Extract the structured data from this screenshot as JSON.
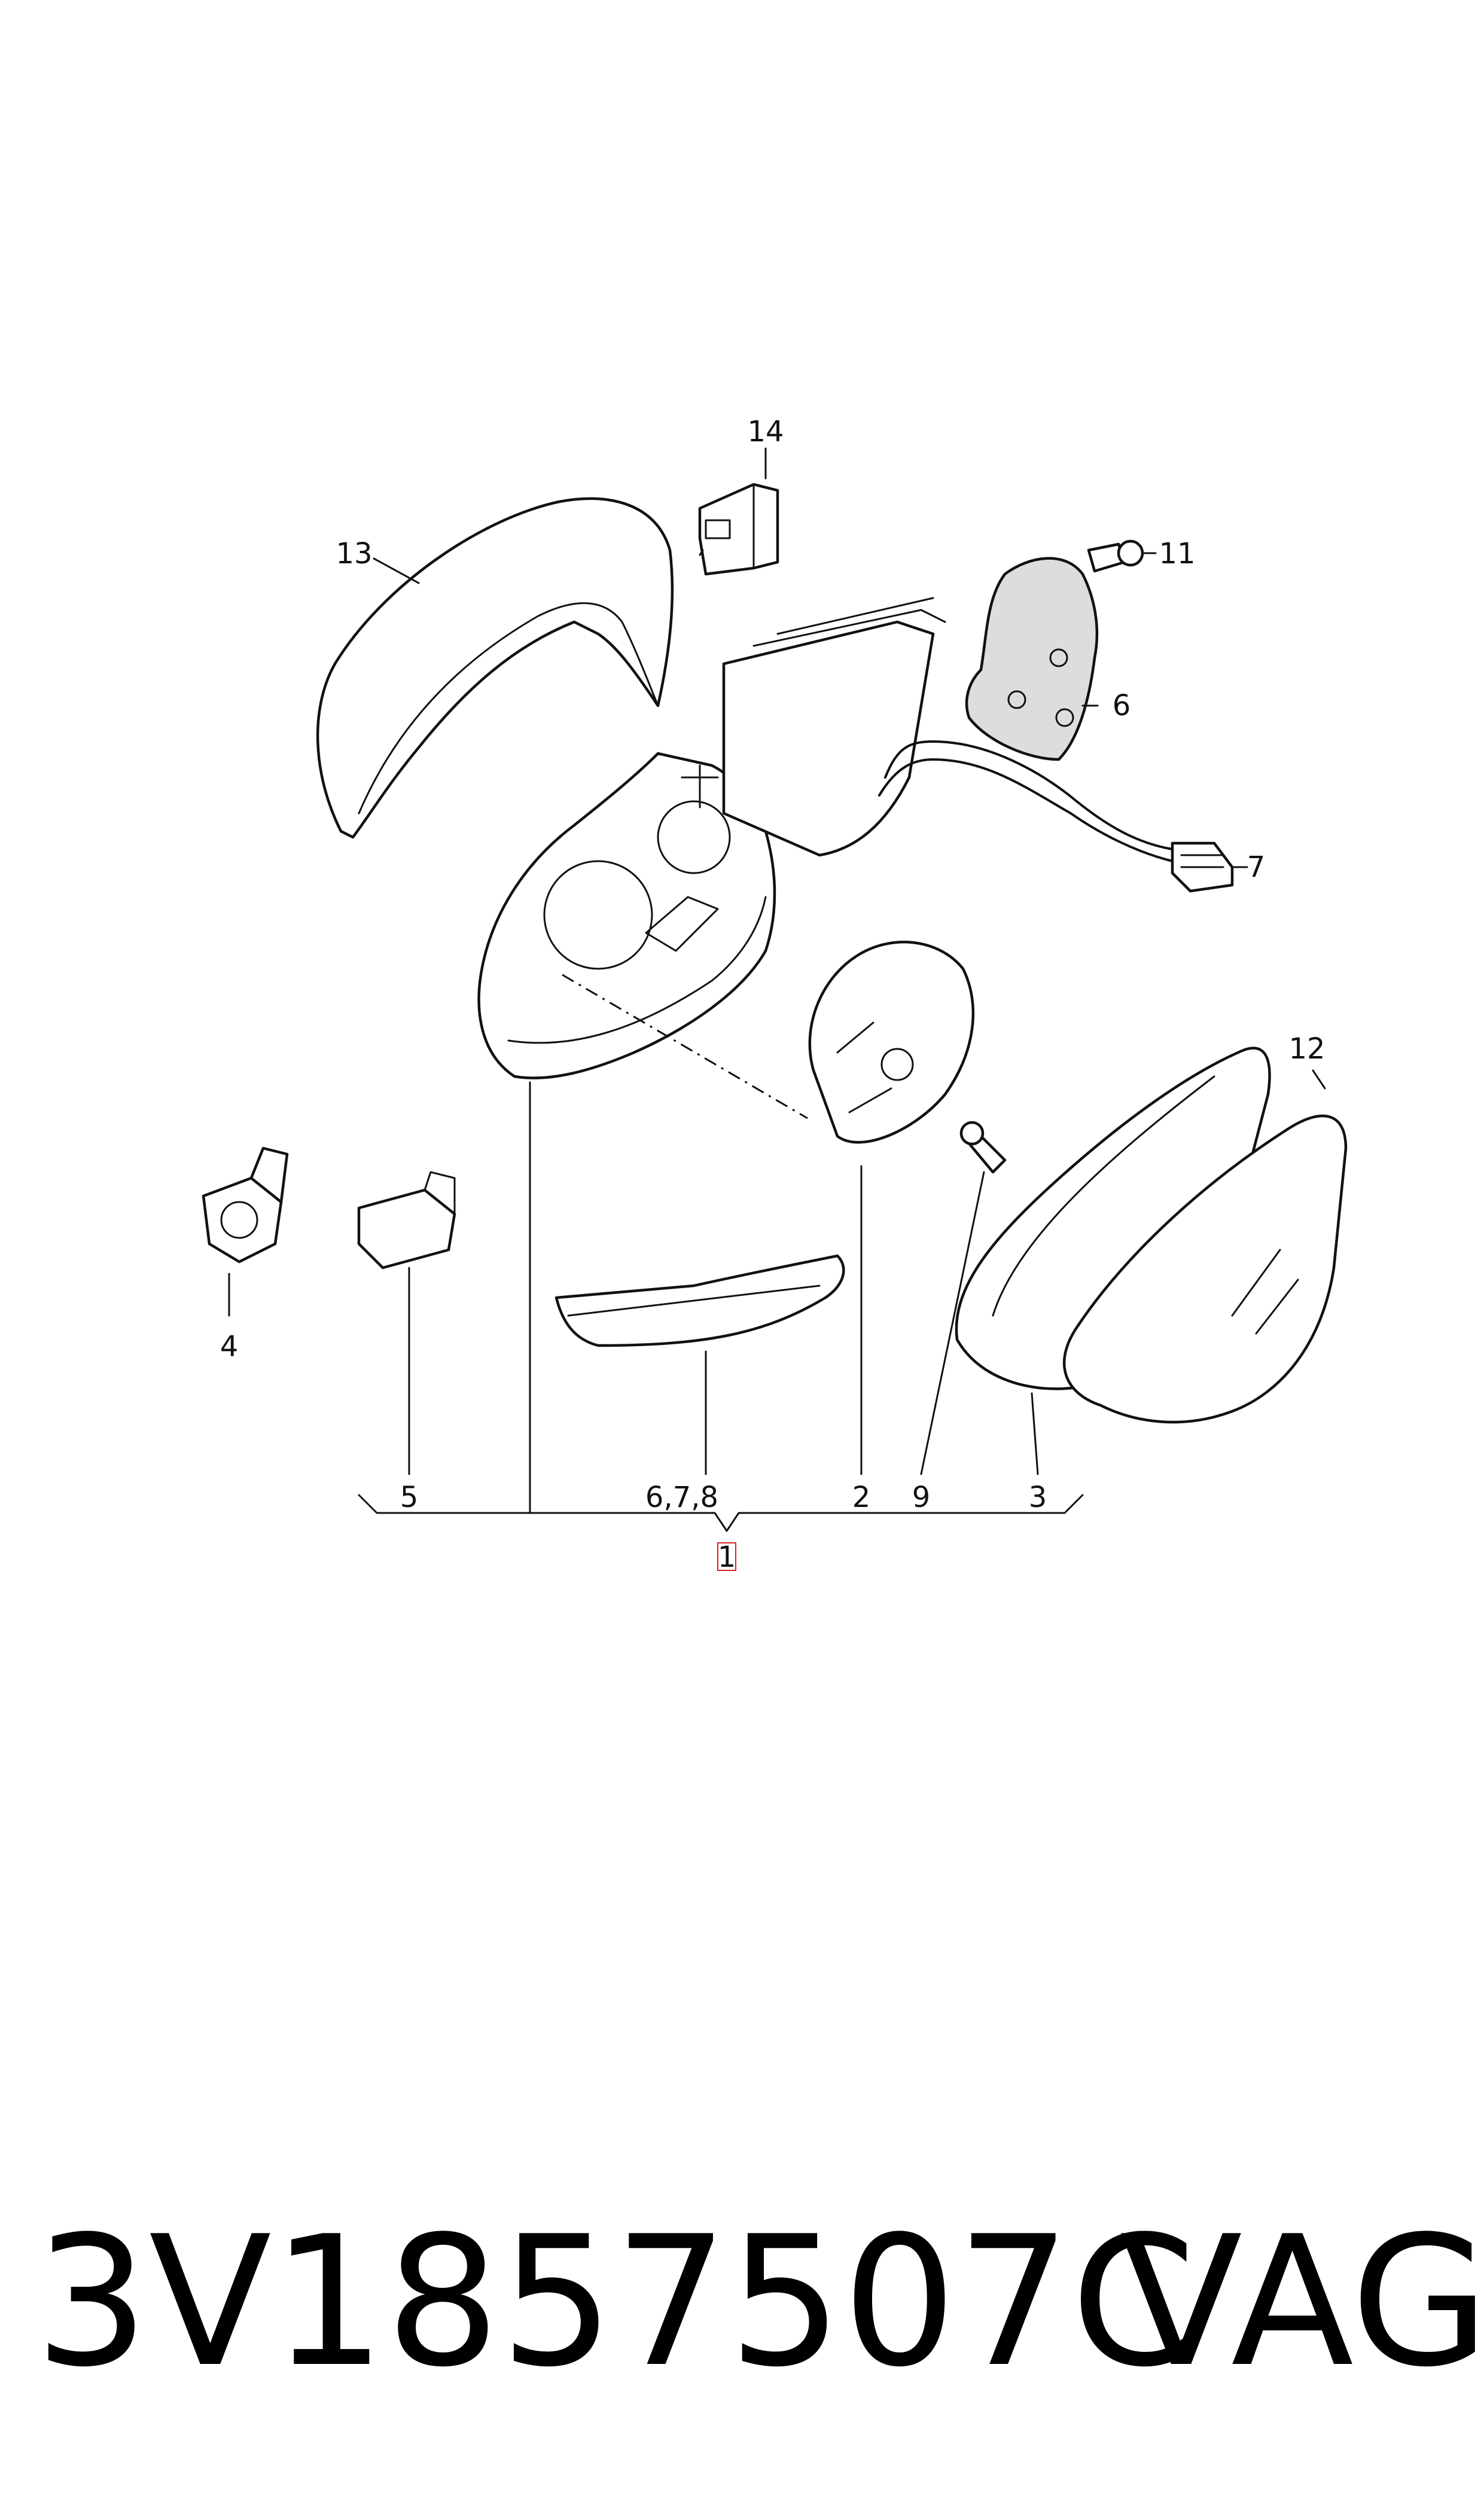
{
  "diagram": {
    "callouts": {
      "c14": "14",
      "c13": "13",
      "c11": "11",
      "c6": "6",
      "c7": "7",
      "c12": "12",
      "c4": "4",
      "c5": "5",
      "c678": "6,7,8",
      "c2": "2",
      "c9": "9",
      "c3": "3",
      "c1": "1"
    }
  },
  "footer": {
    "part_number": "3V1857507C",
    "brand": "VAG"
  }
}
